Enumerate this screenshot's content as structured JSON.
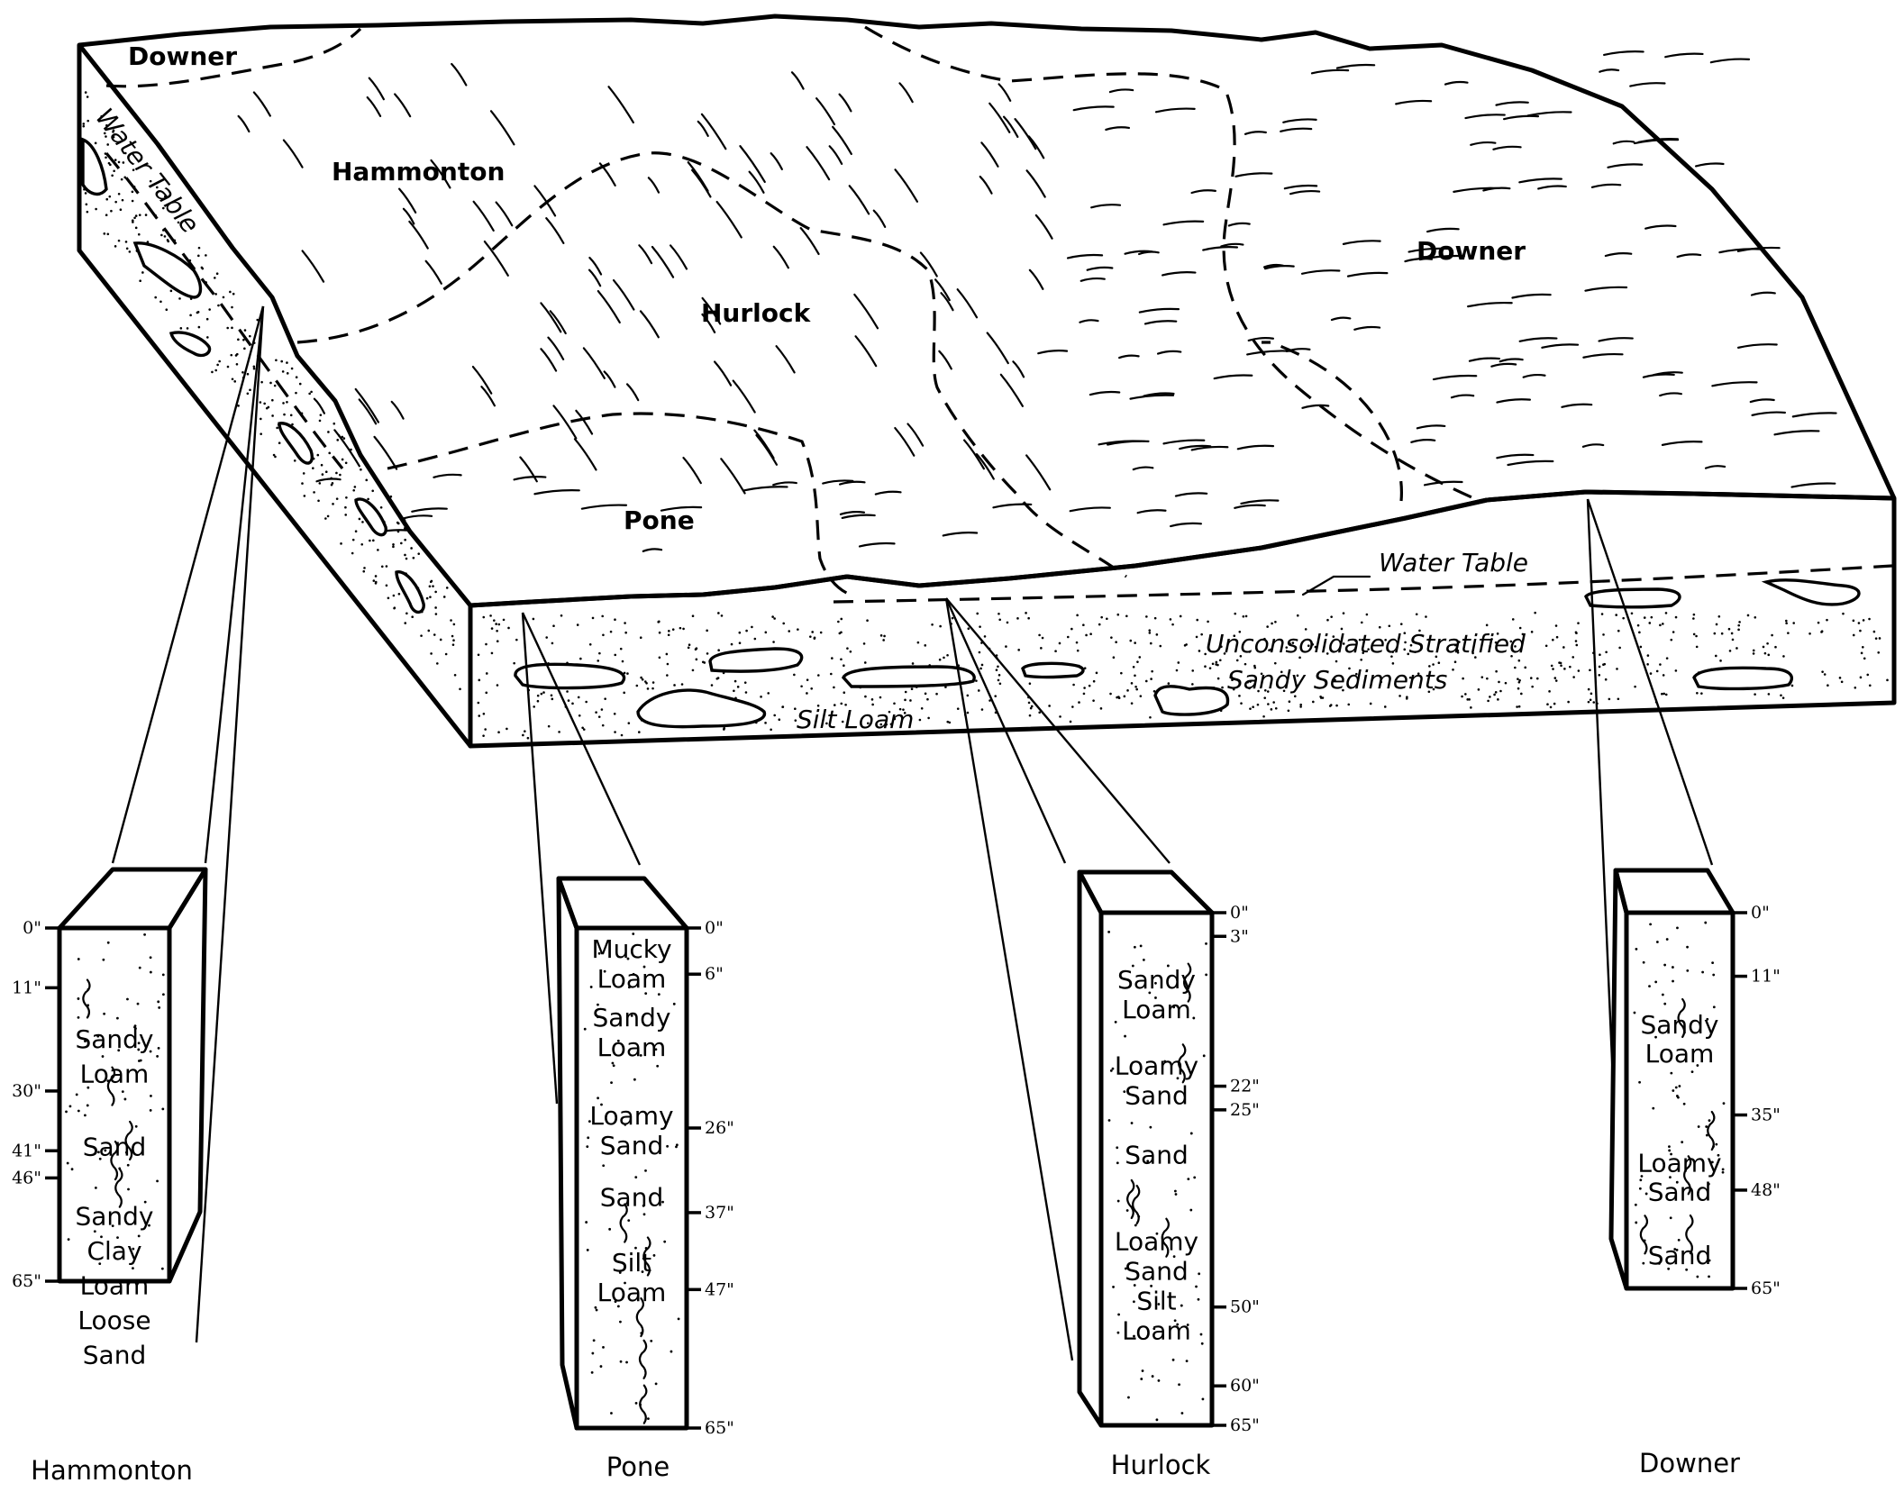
{
  "block": {
    "surface_labels": [
      {
        "id": "downner-corner",
        "text": "Downer"
      },
      {
        "id": "hammonton",
        "text": "Hammonton"
      },
      {
        "id": "hurlock",
        "text": "Hurlock"
      },
      {
        "id": "pone",
        "text": "Pone"
      },
      {
        "id": "downer-main",
        "text": "Downer"
      }
    ],
    "water_table_side": "Water Table",
    "water_table_front": "Water Table",
    "sediments_line1": "Unconsolidated Stratified",
    "sediments_line2": "Sandy Sediments",
    "silt_loam": "Silt Loam"
  },
  "columns": [
    {
      "name": "Hammonton",
      "tick_side": "left",
      "depths": [
        "0\"",
        "11\"",
        "30\"",
        "41\"",
        "46\"",
        "65\""
      ],
      "depth_values": [
        0,
        11,
        30,
        41,
        46,
        65
      ],
      "layer_text": [
        "Sandy",
        "Loam",
        "Sand",
        "Sandy",
        "Clay",
        "Loam",
        "Loose",
        "Sand"
      ]
    },
    {
      "name": "Pone",
      "tick_side": "right",
      "depths": [
        "0\"",
        "6\"",
        "26\"",
        "37\"",
        "47\"",
        "65\""
      ],
      "depth_values": [
        0,
        6,
        26,
        37,
        47,
        65
      ],
      "layer_text": [
        "Mucky",
        "Loam",
        "Sandy",
        "Loam",
        "Loamy",
        "Sand",
        "Sand",
        "Silt",
        "Loam"
      ]
    },
    {
      "name": "Hurlock",
      "tick_side": "right",
      "depths": [
        "0\"",
        "3\"",
        "22\"",
        "25\"",
        "50\"",
        "60\"",
        "65\""
      ],
      "depth_values": [
        0,
        3,
        22,
        25,
        50,
        60,
        65
      ],
      "layer_text": [
        "Sandy",
        "Loam",
        "Loamy",
        "Sand",
        "Sand",
        "Loamy",
        "Sand",
        "Silt",
        "Loam"
      ]
    },
    {
      "name": "Downer",
      "tick_side": "right",
      "depths": [
        "0\"",
        "11\"",
        "35\"",
        "48\"",
        "65\""
      ],
      "depth_values": [
        0,
        11,
        35,
        48,
        65
      ],
      "layer_text": [
        "Sandy",
        "Loam",
        "Loamy",
        "Sand",
        "Sand"
      ]
    }
  ]
}
